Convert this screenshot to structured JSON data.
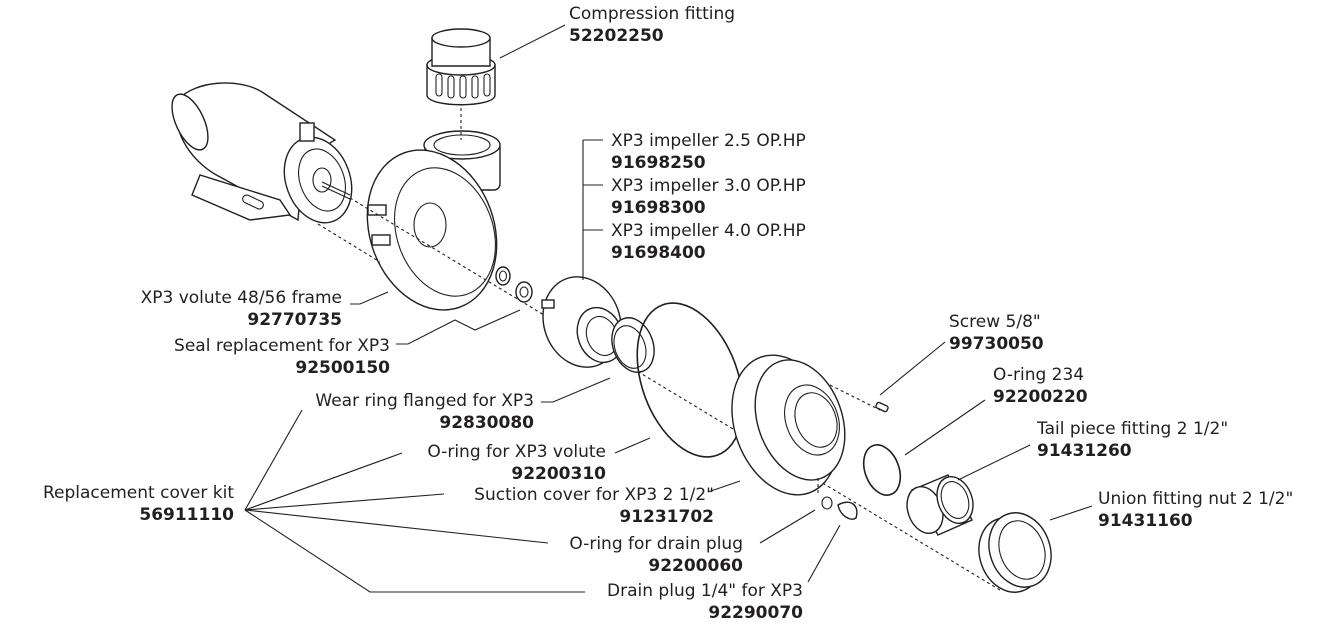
{
  "diagram": {
    "title": "XP3 pump exploded parts view",
    "parts": [
      {
        "name": "Compression fitting",
        "part_number": "52202250"
      },
      {
        "name": "XP3 impeller 2.5 OP.HP",
        "part_number": "91698250"
      },
      {
        "name": "XP3 impeller 3.0 OP.HP",
        "part_number": "91698300"
      },
      {
        "name": "XP3 impeller 4.0 OP.HP",
        "part_number": "91698400"
      },
      {
        "name": "XP3 volute 48/56 frame",
        "part_number": "92770735"
      },
      {
        "name": "Seal replacement for XP3",
        "part_number": "92500150"
      },
      {
        "name": "Wear ring flanged for XP3",
        "part_number": "92830080"
      },
      {
        "name": "O-ring for XP3 volute",
        "part_number": "92200310"
      },
      {
        "name": "Replacement cover kit",
        "part_number": "56911110"
      },
      {
        "name": "Suction cover for XP3 2 1/2\"",
        "part_number": "91231702"
      },
      {
        "name": "O-ring for drain plug",
        "part_number": "92200060"
      },
      {
        "name": "Drain plug 1/4\" for XP3",
        "part_number": "92290070"
      },
      {
        "name": "Screw 5/8\"",
        "part_number": "99730050"
      },
      {
        "name": "O-ring 234",
        "part_number": "92200220"
      },
      {
        "name": "Tail piece fitting 2 1/2\"",
        "part_number": "91431260"
      },
      {
        "name": "Union fitting nut 2 1/2\"",
        "part_number": "91431160"
      }
    ]
  }
}
